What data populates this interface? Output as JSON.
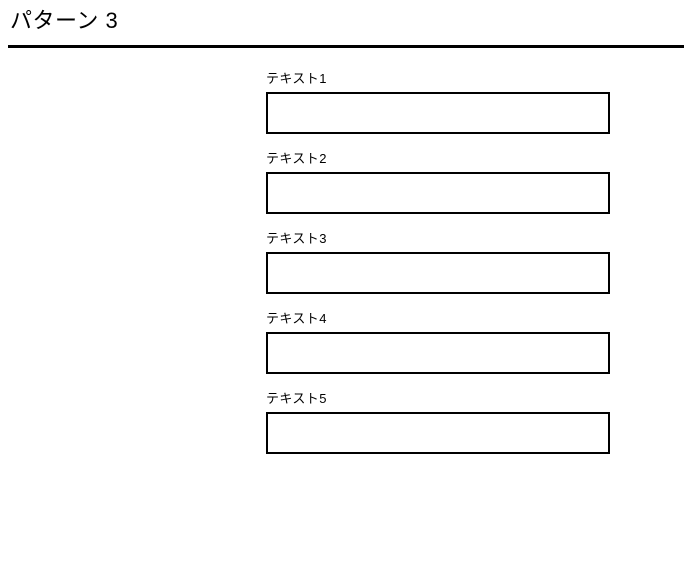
{
  "header": {
    "title": "パターン 3",
    "rule_color": "#000000"
  },
  "form": {
    "fields": [
      {
        "label": "テキスト1",
        "value": "",
        "placeholder": ""
      },
      {
        "label": "テキスト2",
        "value": "",
        "placeholder": ""
      },
      {
        "label": "テキスト3",
        "value": "",
        "placeholder": ""
      },
      {
        "label": "テキスト4",
        "value": "",
        "placeholder": ""
      },
      {
        "label": "テキスト5",
        "value": "",
        "placeholder": ""
      }
    ]
  },
  "colors": {
    "background": "#ffffff",
    "text": "#000000",
    "border": "#000000"
  }
}
